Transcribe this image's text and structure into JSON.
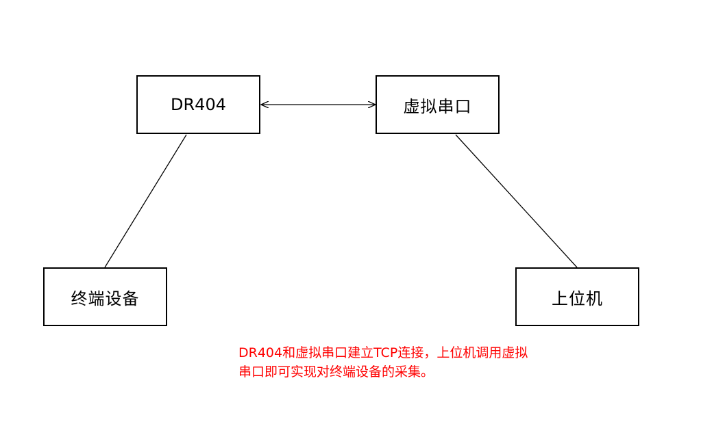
{
  "diagram": {
    "nodes": {
      "dr404": "DR404",
      "virtual_serial": "虚拟串口",
      "terminal": "终端设备",
      "host": "上位机"
    },
    "edges": [
      {
        "from": "dr404",
        "to": "virtual_serial",
        "arrow": "both"
      },
      {
        "from": "dr404",
        "to": "terminal",
        "arrow": "none"
      },
      {
        "from": "virtual_serial",
        "to": "host",
        "arrow": "none"
      }
    ],
    "caption": {
      "line1": "DR404和虚拟串口建立TCP连接，上位机调用虚拟",
      "line2": "串口即可实现对终端设备的采集。"
    }
  },
  "colors": {
    "stroke": "#000000",
    "caption": "#ff0000",
    "background": "#ffffff"
  }
}
